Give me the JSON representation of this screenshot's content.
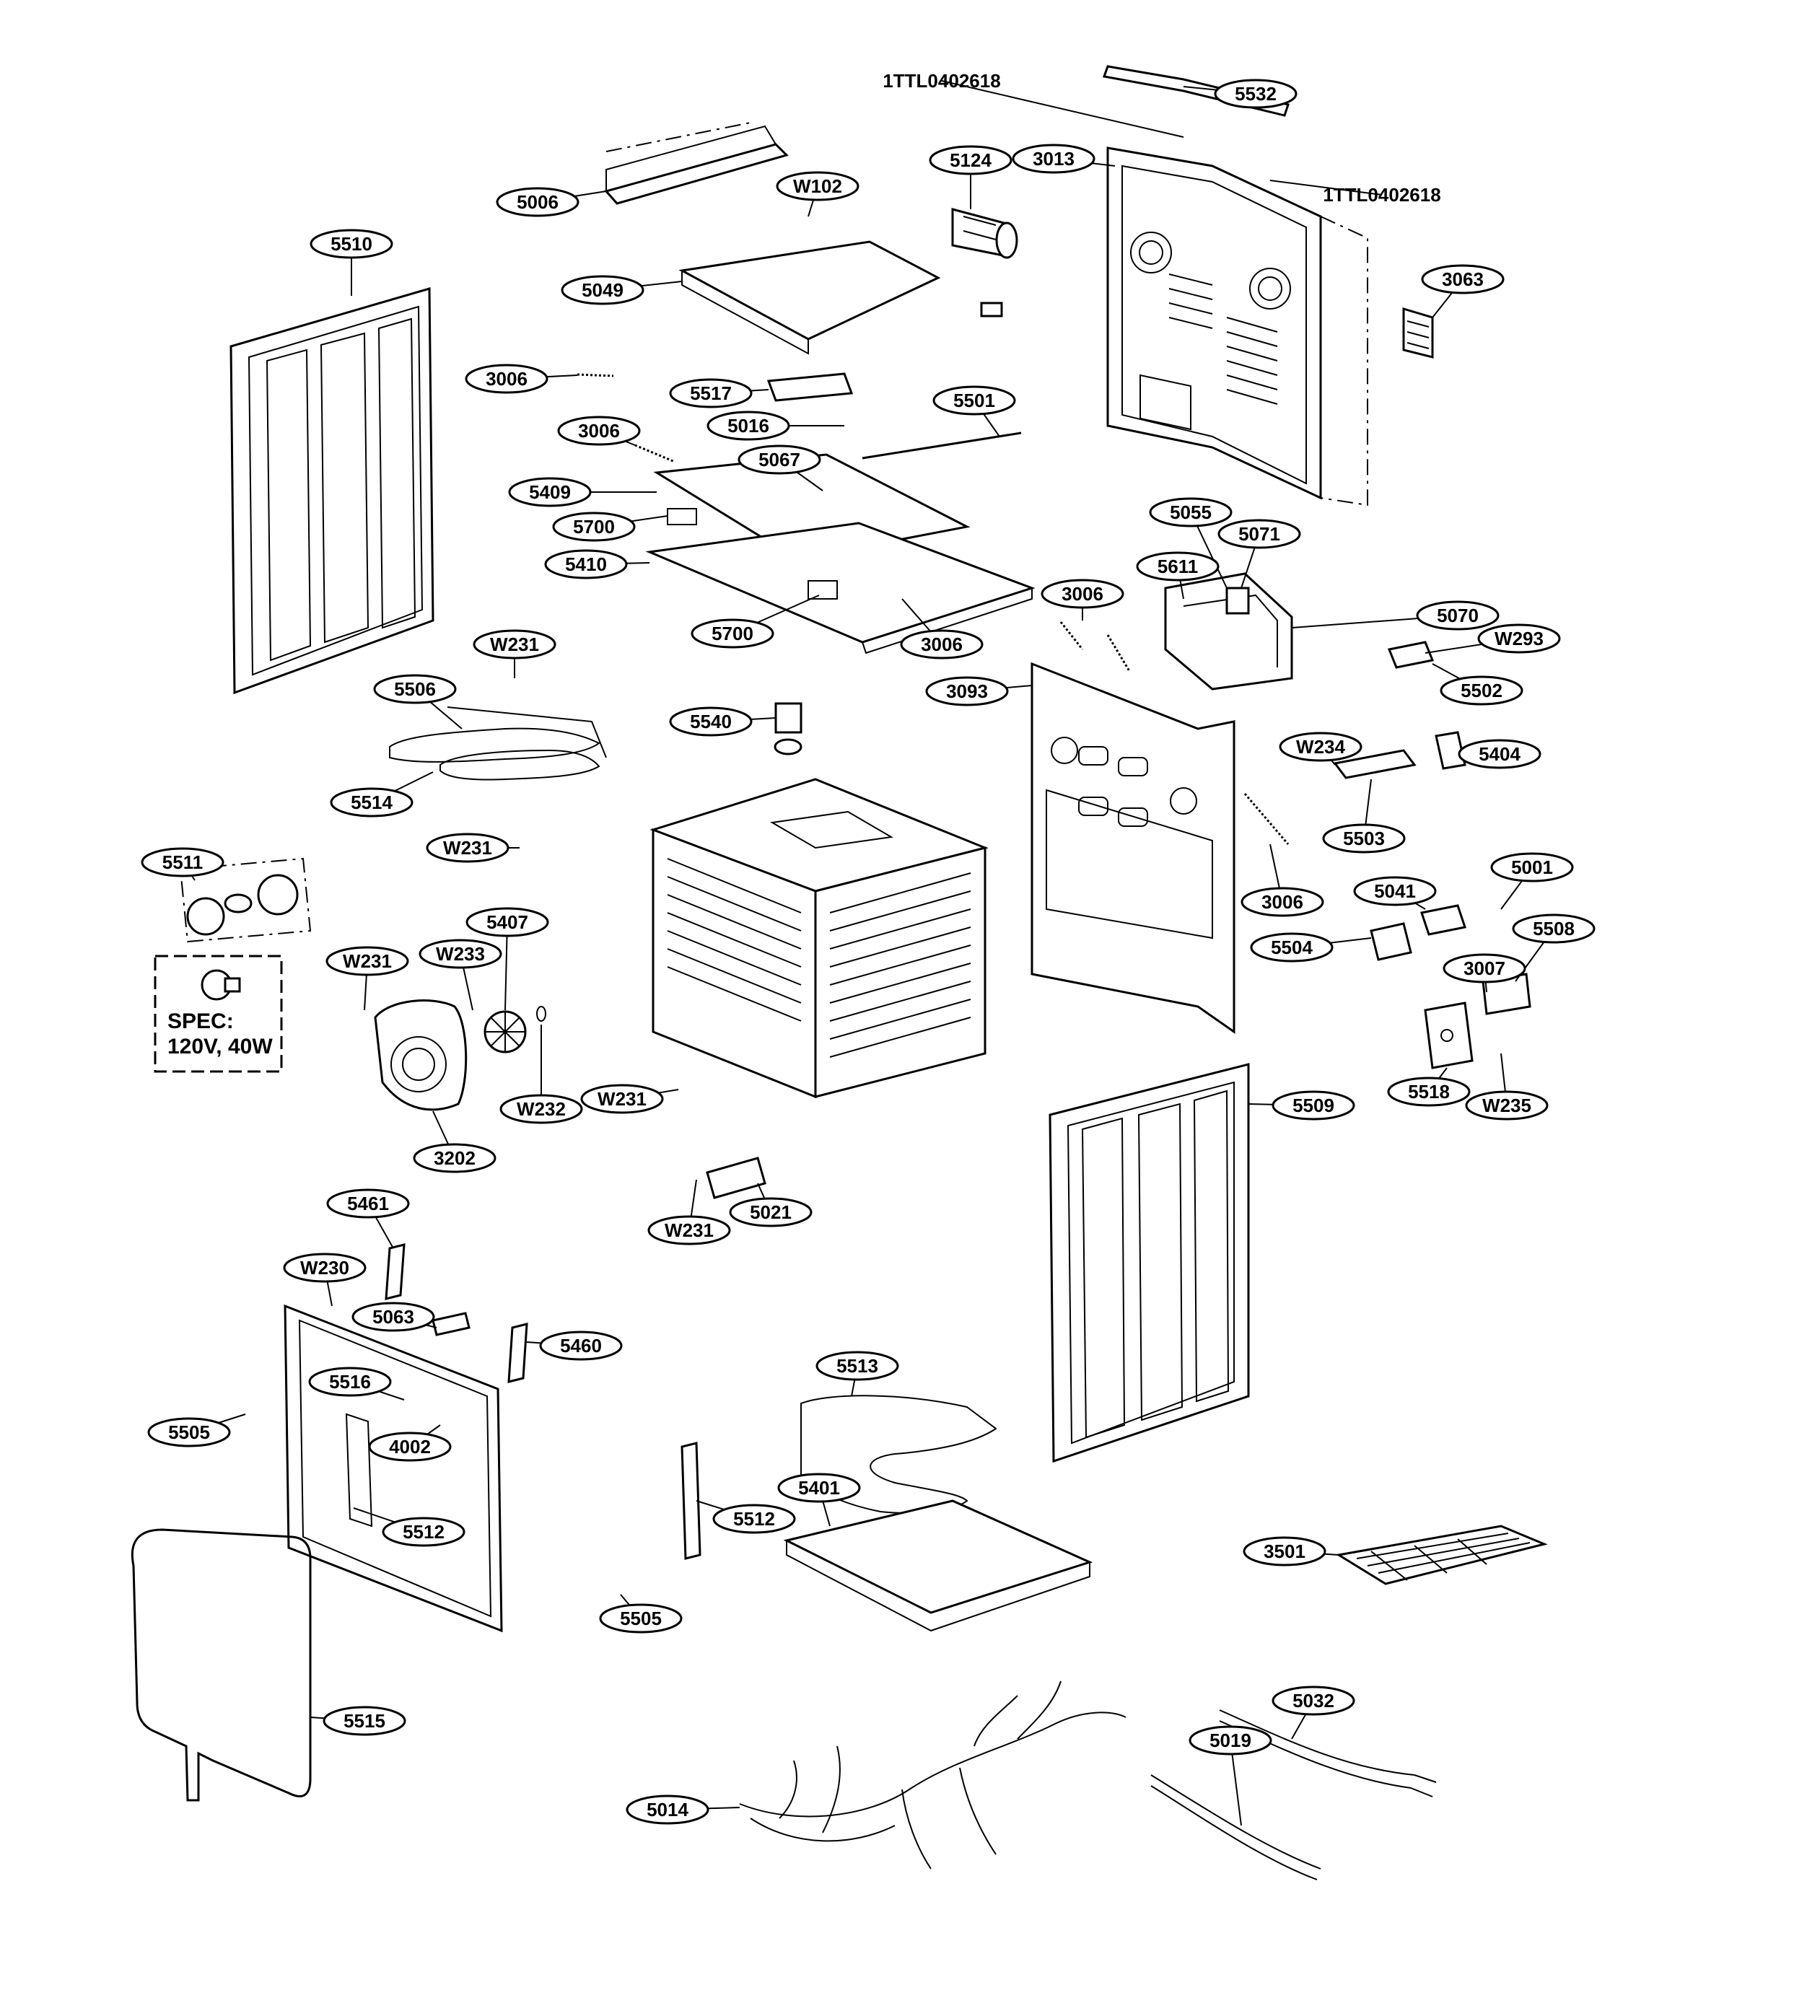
{
  "diagram": {
    "callouts": [
      {
        "id": "5532",
        "text": "5532"
      },
      {
        "id": "1ttl-top",
        "text": "1TTL0402618"
      },
      {
        "id": "1ttl-right",
        "text": "1TTL0402618"
      },
      {
        "id": "3013",
        "text": "3013"
      },
      {
        "id": "5124",
        "text": "5124"
      },
      {
        "id": "5006",
        "text": "5006"
      },
      {
        "id": "W102",
        "text": "W102"
      },
      {
        "id": "5510",
        "text": "5510"
      },
      {
        "id": "5049",
        "text": "5049"
      },
      {
        "id": "3063",
        "text": "3063"
      },
      {
        "id": "3006-a",
        "text": "3006"
      },
      {
        "id": "5517",
        "text": "5517"
      },
      {
        "id": "5501",
        "text": "5501"
      },
      {
        "id": "5016",
        "text": "5016"
      },
      {
        "id": "3006-b",
        "text": "3006"
      },
      {
        "id": "5067",
        "text": "5067"
      },
      {
        "id": "5409",
        "text": "5409"
      },
      {
        "id": "5700-a",
        "text": "5700"
      },
      {
        "id": "5410",
        "text": "5410"
      },
      {
        "id": "5055",
        "text": "5055"
      },
      {
        "id": "5071",
        "text": "5071"
      },
      {
        "id": "5611",
        "text": "5611"
      },
      {
        "id": "3006-c",
        "text": "3006"
      },
      {
        "id": "5700-b",
        "text": "5700"
      },
      {
        "id": "3006-d",
        "text": "3006"
      },
      {
        "id": "5070",
        "text": "5070"
      },
      {
        "id": "W293",
        "text": "W293"
      },
      {
        "id": "W231-a",
        "text": "W231"
      },
      {
        "id": "5506",
        "text": "5506"
      },
      {
        "id": "3093",
        "text": "3093"
      },
      {
        "id": "5502",
        "text": "5502"
      },
      {
        "id": "5540",
        "text": "5540"
      },
      {
        "id": "W234",
        "text": "W234"
      },
      {
        "id": "5404",
        "text": "5404"
      },
      {
        "id": "5514",
        "text": "5514"
      },
      {
        "id": "W231-b",
        "text": "W231"
      },
      {
        "id": "5503",
        "text": "5503"
      },
      {
        "id": "5511",
        "text": "5511"
      },
      {
        "id": "5001",
        "text": "5001"
      },
      {
        "id": "5041",
        "text": "5041"
      },
      {
        "id": "3006-e",
        "text": "3006"
      },
      {
        "id": "5407",
        "text": "5407"
      },
      {
        "id": "W233",
        "text": "W233"
      },
      {
        "id": "W231-c",
        "text": "W231"
      },
      {
        "id": "5508",
        "text": "5508"
      },
      {
        "id": "5504",
        "text": "5504"
      },
      {
        "id": "3007",
        "text": "3007"
      },
      {
        "id": "5518",
        "text": "5518"
      },
      {
        "id": "W235",
        "text": "W235"
      },
      {
        "id": "W232",
        "text": "W232"
      },
      {
        "id": "W231-d",
        "text": "W231"
      },
      {
        "id": "5509",
        "text": "5509"
      },
      {
        "id": "3202",
        "text": "3202"
      },
      {
        "id": "5021",
        "text": "5021"
      },
      {
        "id": "W231-e",
        "text": "W231"
      },
      {
        "id": "5461",
        "text": "5461"
      },
      {
        "id": "W230",
        "text": "W230"
      },
      {
        "id": "5063",
        "text": "5063"
      },
      {
        "id": "5460",
        "text": "5460"
      },
      {
        "id": "5513",
        "text": "5513"
      },
      {
        "id": "5516",
        "text": "5516"
      },
      {
        "id": "5505-a",
        "text": "5505"
      },
      {
        "id": "4002",
        "text": "4002"
      },
      {
        "id": "5401",
        "text": "5401"
      },
      {
        "id": "5512-a",
        "text": "5512"
      },
      {
        "id": "5512-b",
        "text": "5512"
      },
      {
        "id": "3501",
        "text": "3501"
      },
      {
        "id": "5505-b",
        "text": "5505"
      },
      {
        "id": "5515",
        "text": "5515"
      },
      {
        "id": "5032",
        "text": "5032"
      },
      {
        "id": "5019",
        "text": "5019"
      },
      {
        "id": "5014",
        "text": "5014"
      }
    ],
    "spec": {
      "line1": "SPEC:",
      "line2": "120V, 40W"
    }
  }
}
